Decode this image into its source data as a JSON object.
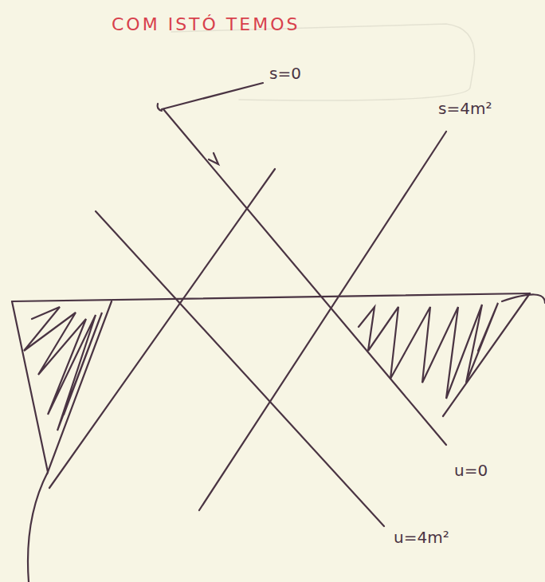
{
  "diagram": {
    "title": "COM ISTÓ TEMOS",
    "labels": [
      "s=0",
      "s=4m²",
      "u=0",
      "u=4m²"
    ]
  }
}
